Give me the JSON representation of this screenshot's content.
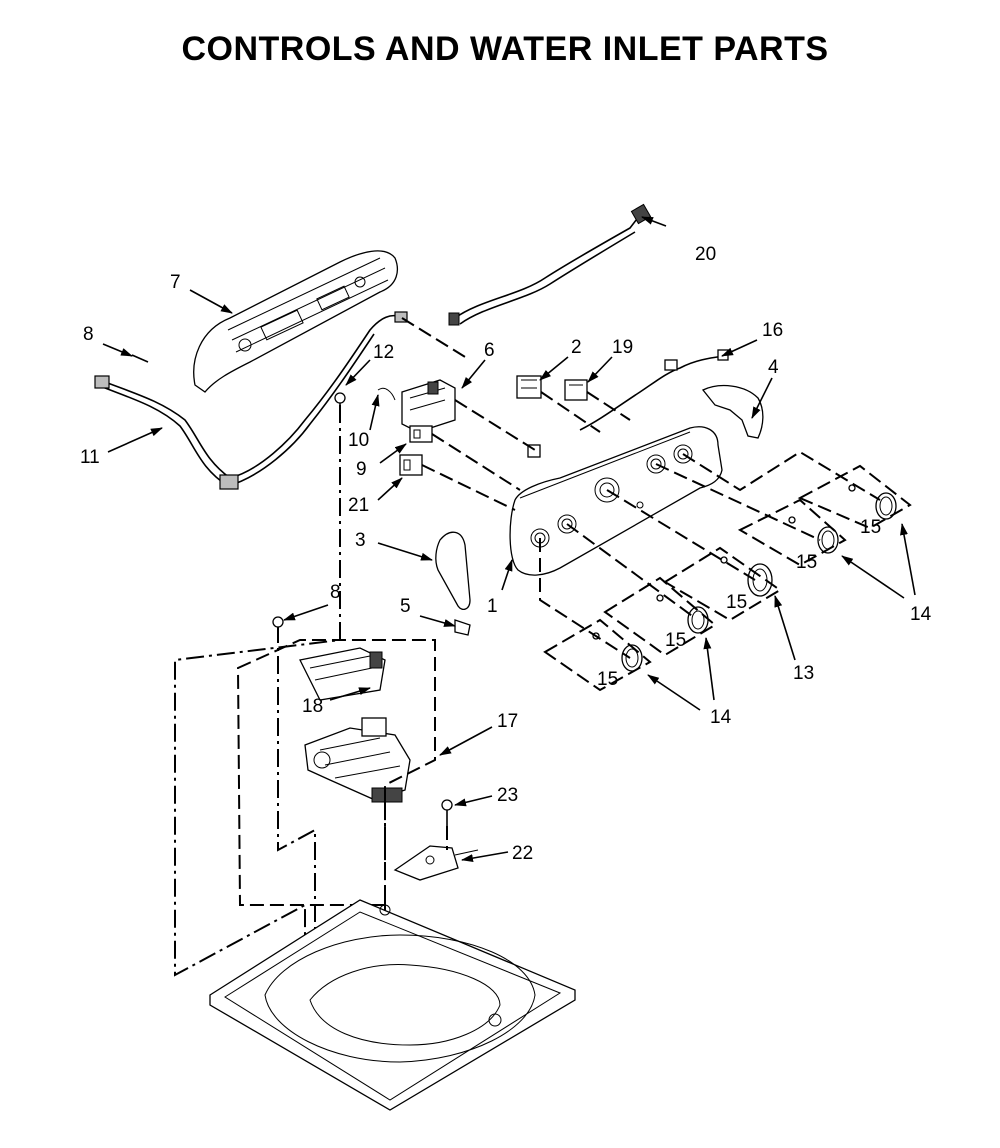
{
  "title": "CONTROLS AND WATER INLET PARTS",
  "callouts": {
    "c1": "1",
    "c2": "2",
    "c3": "3",
    "c4": "4",
    "c5": "5",
    "c6": "6",
    "c7": "7",
    "c8a": "8",
    "c8b": "8",
    "c9": "9",
    "c10": "10",
    "c11": "11",
    "c12": "12",
    "c13": "13",
    "c14a": "14",
    "c14b": "14",
    "c15a": "15",
    "c15b": "15",
    "c15c": "15",
    "c15d": "15",
    "c15e": "15",
    "c16": "16",
    "c17": "17",
    "c18": "18",
    "c19": "19",
    "c20": "20",
    "c21": "21",
    "c22": "22",
    "c23": "23"
  }
}
